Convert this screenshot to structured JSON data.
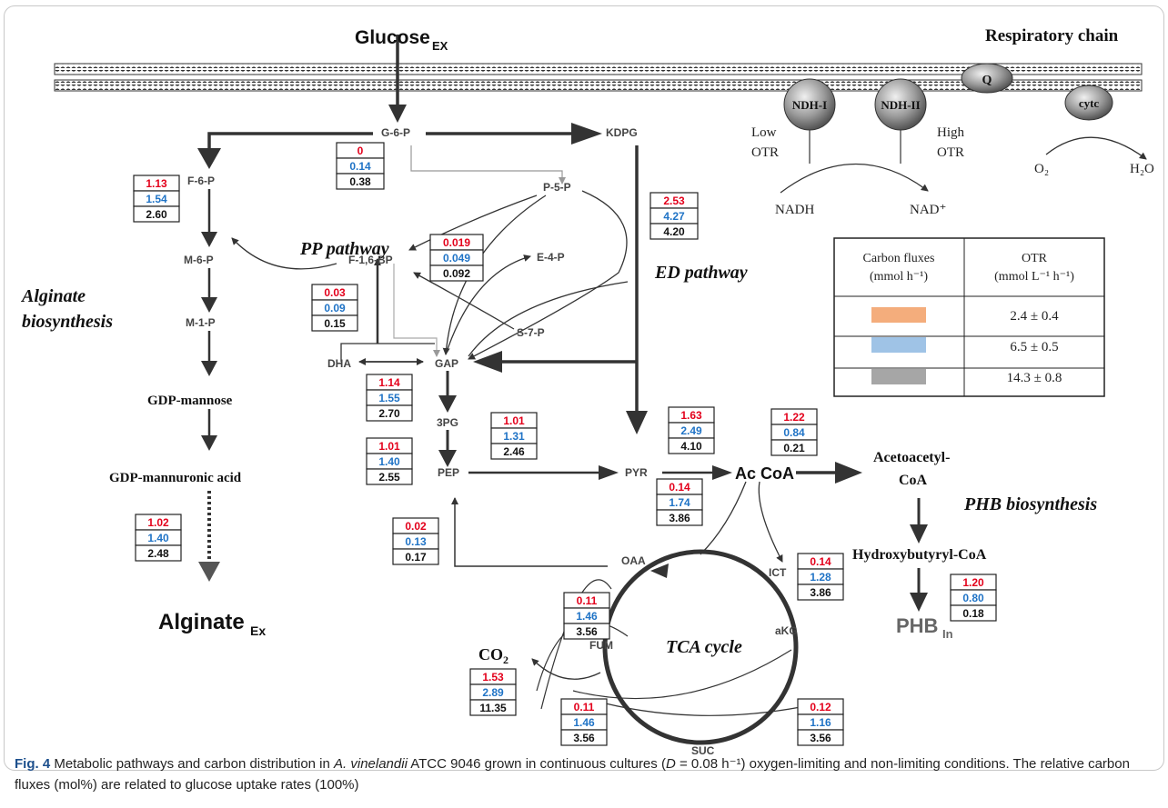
{
  "nodes": {
    "g6p": "G-6-P",
    "kdpg": "KDPG",
    "f6p": "F-6-P",
    "m6p": "M-6-P",
    "m1p": "M-1-P",
    "gdp_mannose": "GDP-mannose",
    "gdp_mannuronic": "GDP-mannuronic acid",
    "p5p": "P-5-P",
    "e4p": "E-4-P",
    "s7p": "S-7-P",
    "f16bp": "F-1,6-BP",
    "dha": "DHA",
    "gap": "GAP",
    "pg3": "3PG",
    "pep": "PEP",
    "pyr": "PYR",
    "ac_coa": "Ac CoA",
    "acetoacetyl_1": "Acetoacetyl-",
    "acetoacetyl_2": "CoA",
    "hydroxybutyryl": "Hydroxybutyryl-CoA",
    "oaa": "OAA",
    "ict": "ICT",
    "akg": "aKG",
    "fum": "FUM",
    "suc": "SUC",
    "co2": "CO",
    "glucose_ex": "Glucose",
    "glucose_ex_sub": "EX",
    "alginate_ex": "Alginate",
    "alginate_ex_sub": "Ex",
    "phb_in": "PHB",
    "phb_in_sub": "In"
  },
  "pathways": {
    "alginate_1": "Alginate",
    "alginate_2": "biosynthesis",
    "pp": "PP pathway",
    "ed": "ED pathway",
    "phb": "PHB biosynthesis",
    "tca": "TCA cycle"
  },
  "respiratory": {
    "title": "Respiratory chain",
    "ndh1": "NDH-I",
    "ndh2": "NDH-II",
    "q": "Q",
    "cytc": "cytc",
    "low_otr_1": "Low",
    "low_otr_2": "OTR",
    "high_otr_1": "High",
    "high_otr_2": "OTR",
    "nadh": "NADH",
    "nad": "NAD⁺",
    "o2": "O₂",
    "h2o": "H₂O"
  },
  "flux_boxes": [
    {
      "id": "g6p_f6p",
      "values": [
        "0",
        "0.14",
        "0.38"
      ]
    },
    {
      "id": "f6p_m6p",
      "values": [
        "1.13",
        "1.54",
        "2.60"
      ]
    },
    {
      "id": "pp_entry",
      "values": [
        "0.019",
        "0.049",
        "0.092"
      ]
    },
    {
      "id": "kdpg_pyr",
      "values": [
        "2.53",
        "4.27",
        "4.20"
      ]
    },
    {
      "id": "dha_f16bp",
      "values": [
        "0.03",
        "0.09",
        "0.15"
      ]
    },
    {
      "id": "gap_3pg",
      "values": [
        "1.14",
        "1.55",
        "2.70"
      ]
    },
    {
      "id": "pg3_pep",
      "values": [
        "1.01",
        "1.31",
        "2.46"
      ]
    },
    {
      "id": "pep_pyr",
      "values": [
        "1.01",
        "1.40",
        "2.55"
      ]
    },
    {
      "id": "pyr_accoa",
      "values": [
        "1.63",
        "2.49",
        "4.10"
      ]
    },
    {
      "id": "accoa_acetoacetyl",
      "values": [
        "1.22",
        "0.84",
        "0.21"
      ]
    },
    {
      "id": "accoa_tca",
      "values": [
        "0.14",
        "1.74",
        "3.86"
      ]
    },
    {
      "id": "alginate_ex",
      "values": [
        "1.02",
        "1.40",
        "2.48"
      ]
    },
    {
      "id": "oaa_pep",
      "values": [
        "0.02",
        "0.13",
        "0.17"
      ]
    },
    {
      "id": "oaa_fum",
      "values": [
        "0.11",
        "1.46",
        "3.56"
      ]
    },
    {
      "id": "ict_akg",
      "values": [
        "0.14",
        "1.28",
        "3.86"
      ]
    },
    {
      "id": "phb",
      "values": [
        "1.20",
        "0.80",
        "0.18"
      ]
    },
    {
      "id": "co2",
      "values": [
        "1.53",
        "2.89",
        "11.35"
      ]
    },
    {
      "id": "suc_fum",
      "values": [
        "0.11",
        "1.46",
        "3.56"
      ]
    },
    {
      "id": "akg_suc",
      "values": [
        "0.12",
        "1.16",
        "3.56"
      ]
    }
  ],
  "legend": {
    "col1_1": "Carbon fluxes",
    "col1_2": "(mmol h⁻¹)",
    "col2_1": "OTR",
    "col2_2": "(mmol L⁻¹ h⁻¹)",
    "rows": [
      {
        "color": "#f4ad7c",
        "value": "2.4 ± 0.4"
      },
      {
        "color": "#9fc3e6",
        "value": "6.5 ± 0.5"
      },
      {
        "color": "#a6a6a6",
        "value": "14.3 ± 0.8"
      }
    ]
  },
  "colors": {
    "low": "#e3001b",
    "mid": "#1f73c6",
    "high": "#111111"
  },
  "caption": {
    "label": "Fig. 4",
    "text_1": " Metabolic pathways and carbon distribution in ",
    "species": "A. vinelandii",
    "text_2": " ATCC 9046 grown in continuous cultures (",
    "d_symbol": "D",
    "text_3": " = 0.08 h⁻¹) oxygen-limiting and non-limiting conditions. The relative carbon fluxes (mol%) are related to glucose uptake rates (100%)"
  }
}
